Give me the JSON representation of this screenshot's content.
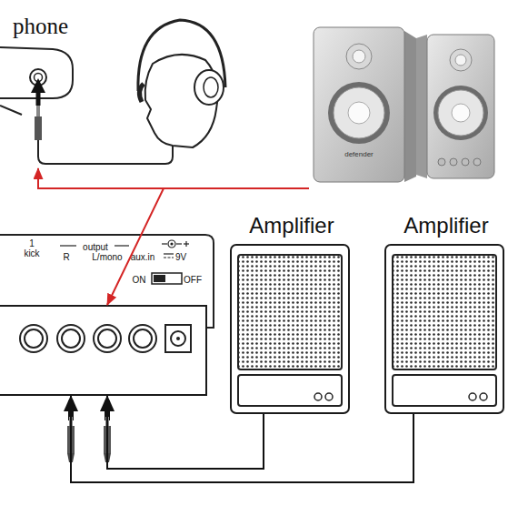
{
  "diagram": {
    "nodes": [
      {
        "text": [
          "phone"
        ]
      },
      {
        "text": [
          "defender"
        ]
      },
      {
        "text": [
          "1 kick",
          "output",
          "R",
          "L/mono",
          "aux.in",
          "9V",
          "ON",
          "OFF"
        ]
      },
      {
        "text": [
          "Amplifier"
        ]
      },
      {
        "text": [
          "Amplifier"
        ]
      }
    ],
    "edges": [
      {
        "from": 1,
        "to": 0,
        "arrow": "to"
      },
      {
        "from": 1,
        "to": 2,
        "arrow": "to"
      },
      {
        "from": 3,
        "to": 2,
        "arrow": "to"
      },
      {
        "from": 4,
        "to": 2,
        "arrow": "to"
      }
    ]
  }
}
